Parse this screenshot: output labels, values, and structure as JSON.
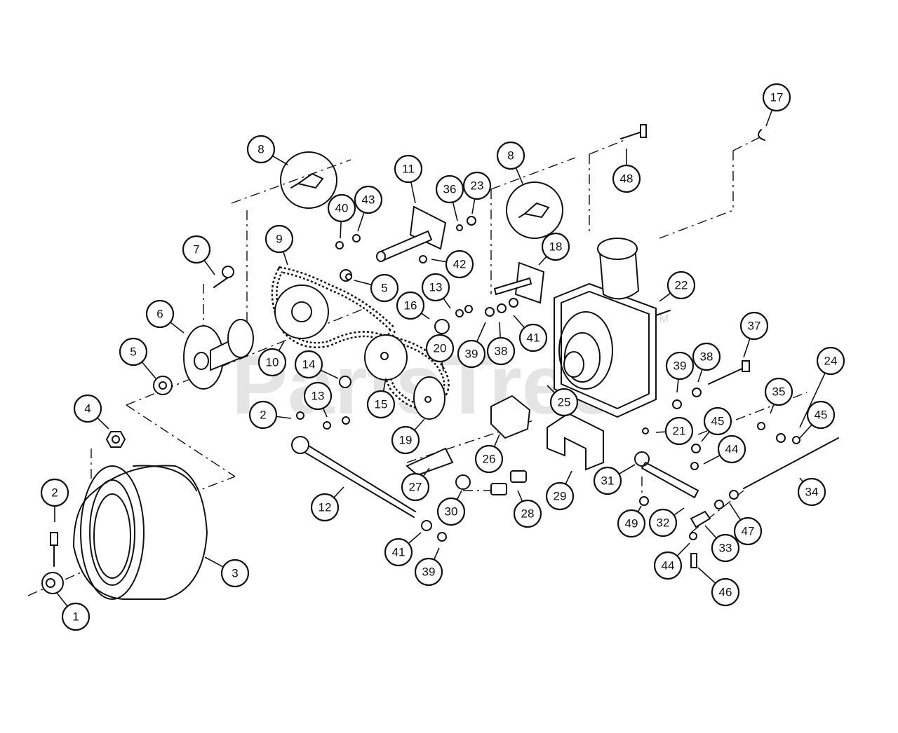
{
  "watermark": {
    "text": "PartsTree",
    "tm": "TM"
  },
  "callouts": [
    {
      "label": "1"
    },
    {
      "label": "2"
    },
    {
      "label": "3"
    },
    {
      "label": "4"
    },
    {
      "label": "5"
    },
    {
      "label": "6"
    },
    {
      "label": "7"
    },
    {
      "label": "8"
    },
    {
      "label": "9"
    },
    {
      "label": "10"
    },
    {
      "label": "2"
    },
    {
      "label": "11"
    },
    {
      "label": "12"
    },
    {
      "label": "13"
    },
    {
      "label": "14"
    },
    {
      "label": "15"
    },
    {
      "label": "16"
    },
    {
      "label": "13"
    },
    {
      "label": "5"
    },
    {
      "label": "40"
    },
    {
      "label": "43"
    },
    {
      "label": "36"
    },
    {
      "label": "23"
    },
    {
      "label": "42"
    },
    {
      "label": "8"
    },
    {
      "label": "18"
    },
    {
      "label": "17"
    },
    {
      "label": "48"
    },
    {
      "label": "22"
    },
    {
      "label": "19"
    },
    {
      "label": "20"
    },
    {
      "label": "39"
    },
    {
      "label": "38"
    },
    {
      "label": "41"
    },
    {
      "label": "25"
    },
    {
      "label": "26"
    },
    {
      "label": "27"
    },
    {
      "label": "28"
    },
    {
      "label": "29"
    },
    {
      "label": "30"
    },
    {
      "label": "41"
    },
    {
      "label": "39"
    },
    {
      "label": "21"
    },
    {
      "label": "37"
    },
    {
      "label": "39"
    },
    {
      "label": "38"
    },
    {
      "label": "24"
    },
    {
      "label": "35"
    },
    {
      "label": "45"
    },
    {
      "label": "45"
    },
    {
      "label": "44"
    },
    {
      "label": "31"
    },
    {
      "label": "34"
    },
    {
      "label": "49"
    },
    {
      "label": "32"
    },
    {
      "label": "33"
    },
    {
      "label": "47"
    },
    {
      "label": "44"
    },
    {
      "label": "46"
    }
  ]
}
